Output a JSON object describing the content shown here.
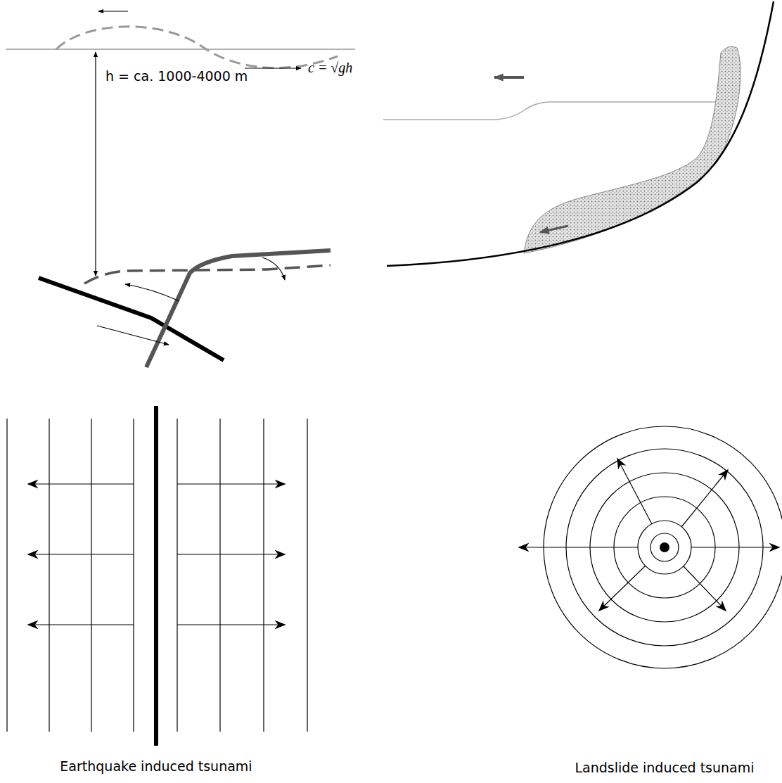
{
  "diagram": {
    "labels": [
      "c = √gh",
      "h = ca. 1000-4000 m",
      "Earthquake induced tsunami",
      "Landslide induced tsunami"
    ]
  }
}
